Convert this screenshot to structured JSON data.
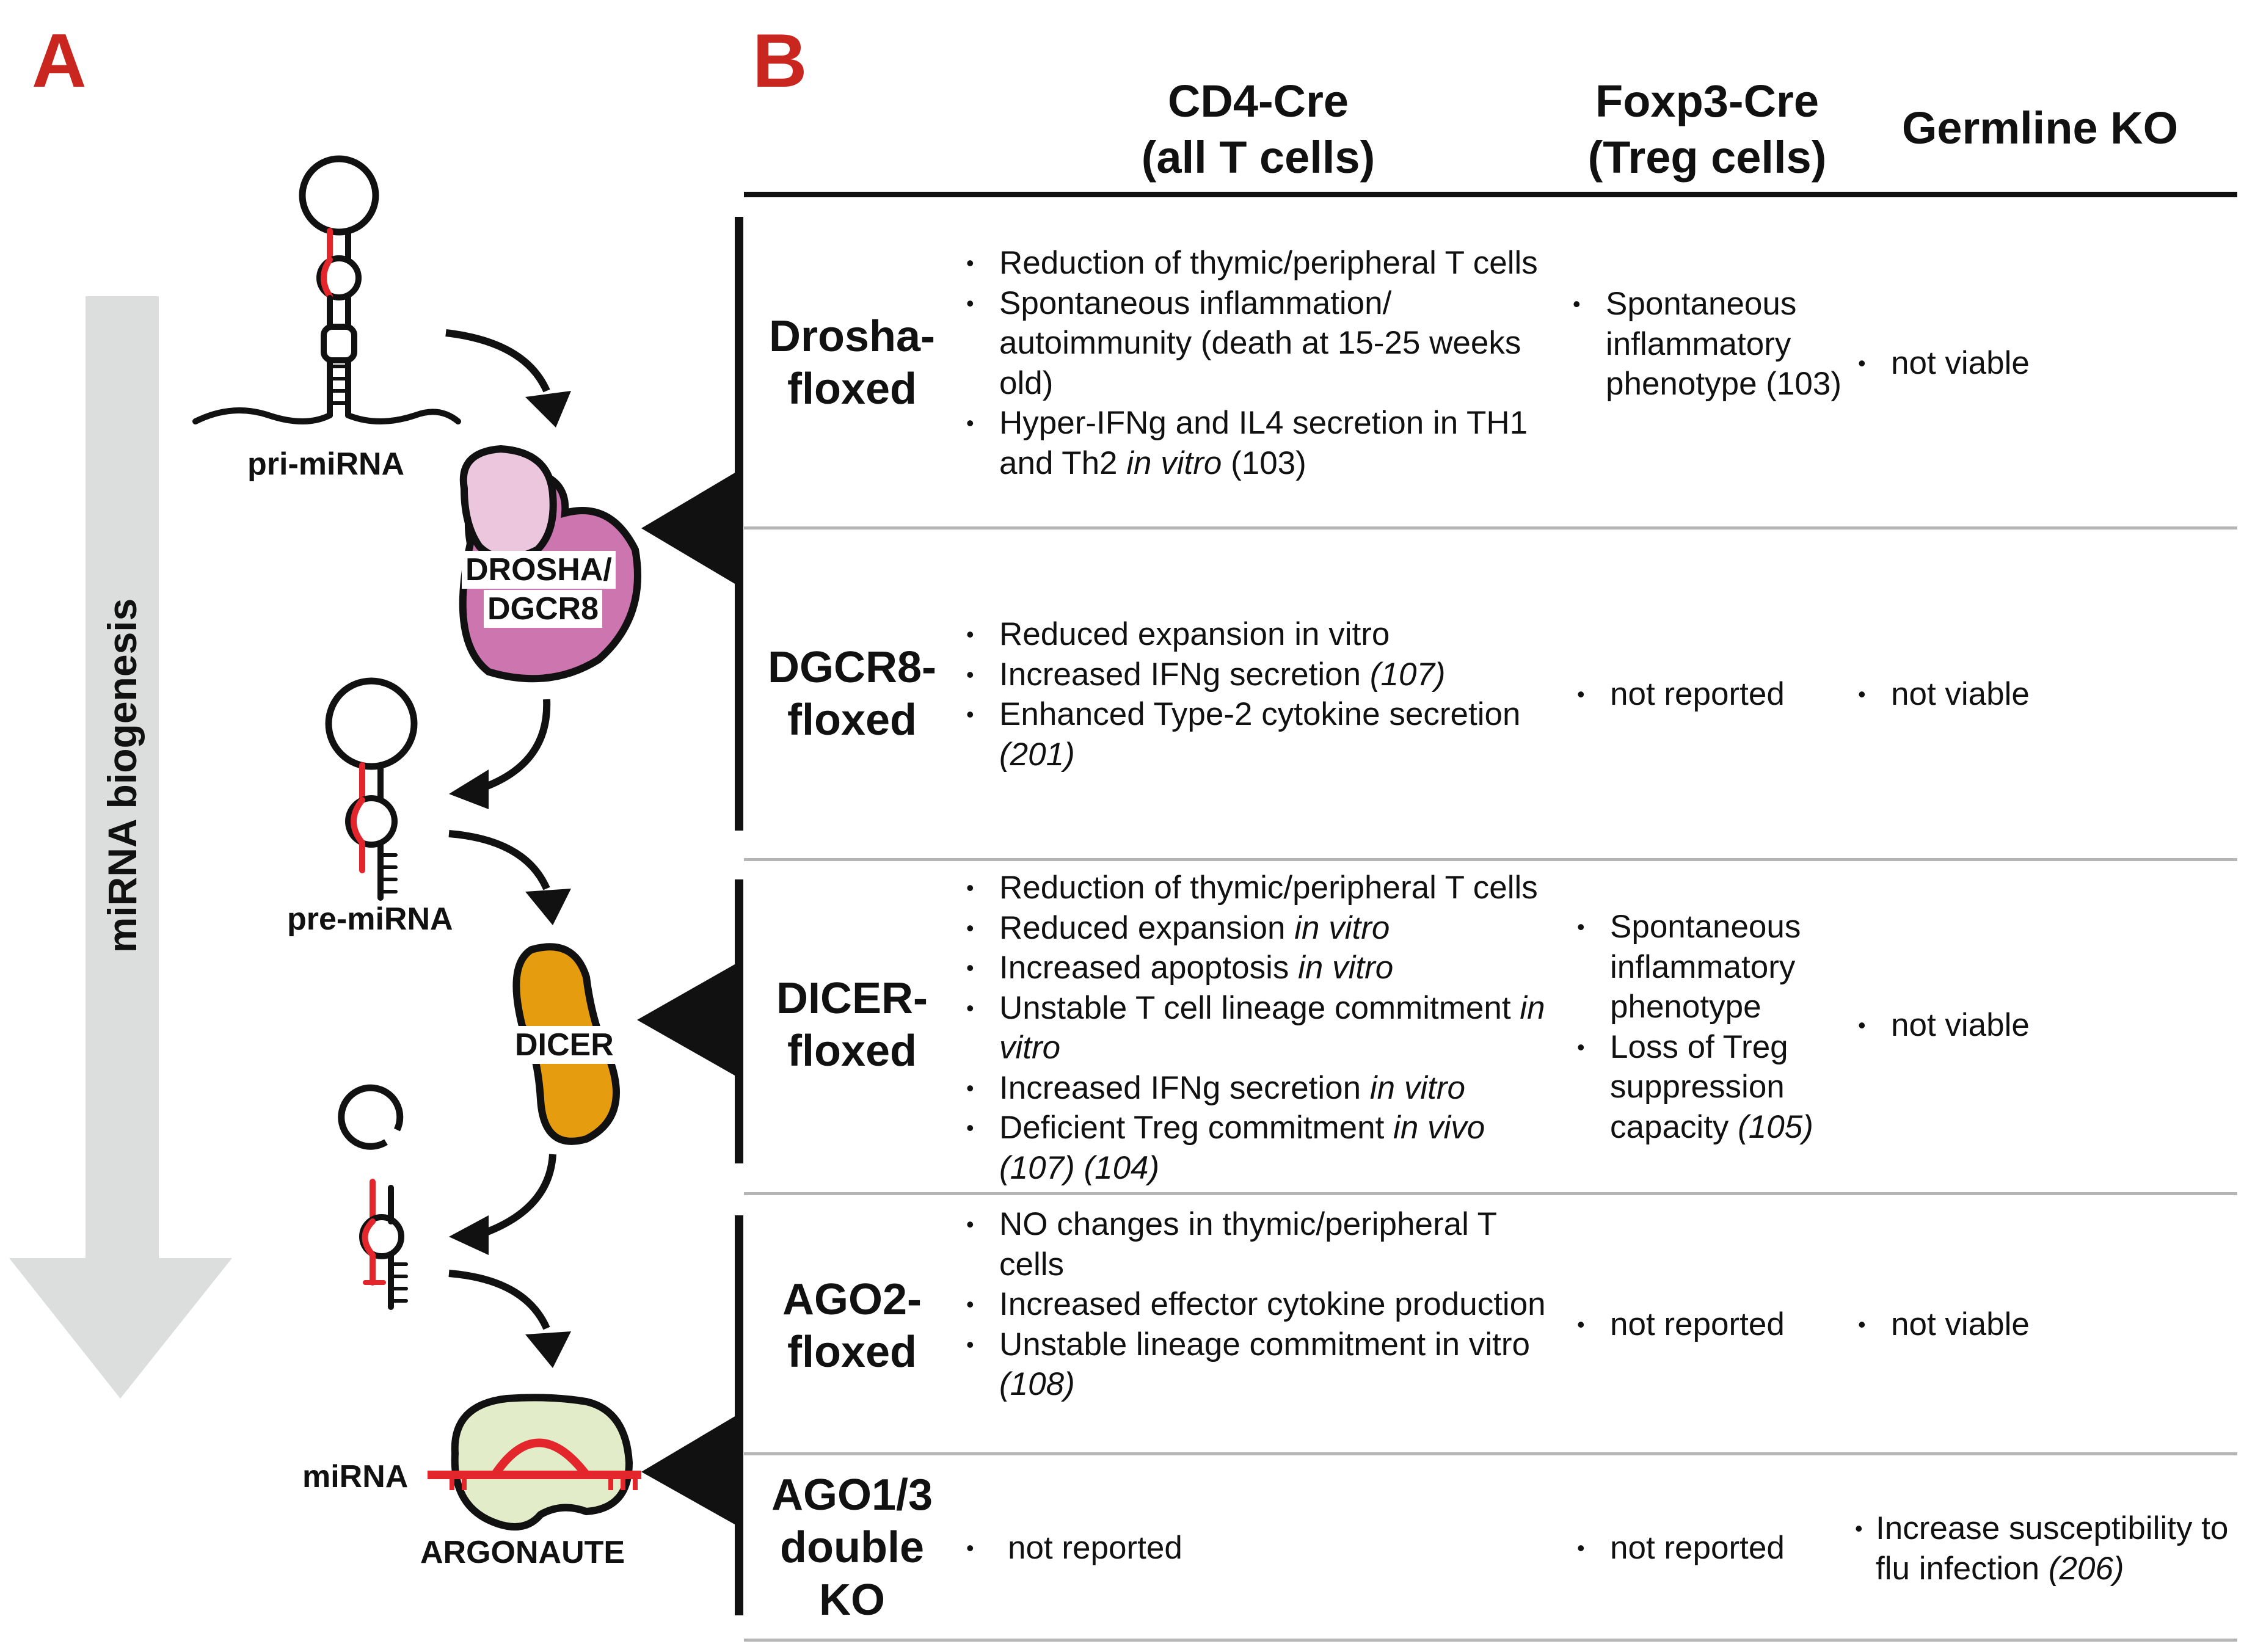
{
  "panel_a": {
    "letter": "A",
    "axis_label": "miRNA biogenesis",
    "labels": {
      "pri": "pri-miRNA",
      "pre": "pre-miRNA",
      "mirna": "miRNA",
      "drosha_line1": "DROSHA/",
      "drosha_line2": "DGCR8",
      "dicer": "DICER",
      "argonaute": "ARGONAUTE"
    },
    "colors": {
      "arrow_gray": "#dcdddd",
      "red": "#e3262b",
      "drosha_light": "#ecc6dd",
      "drosha_dark": "#cc75af",
      "dicer": "#e59c0e",
      "argonaute": "#e2ecc9"
    }
  },
  "panel_b": {
    "letter": "B",
    "columns": {
      "cd4": [
        "CD4-Cre",
        "(all T cells)"
      ],
      "foxp3": [
        "Foxp3-Cre",
        "(Treg cells)"
      ],
      "germ": "Germline KO"
    },
    "rows": [
      {
        "label": [
          "Drosha-",
          "floxed"
        ],
        "cd4": [
          [
            "Reduction of thymic/peripheral T cells"
          ],
          [
            "Spontaneous inflammation/ autoimmunity (death at 15-25 weeks old)"
          ],
          [
            "Hyper-IFNg and IL4 secretion in TH1 and Th2 ",
            "in vitro",
            " (103)"
          ]
        ],
        "foxp3": [
          [
            "Spontaneous inflammatory phenotype (103)"
          ]
        ],
        "germ": [
          [
            "not viable"
          ]
        ]
      },
      {
        "label": [
          "DGCR8-",
          "floxed"
        ],
        "cd4": [
          [
            "Reduced expansion in vitro"
          ],
          [
            "Increased IFNg secretion ",
            "(107)"
          ],
          [
            "Enhanced Type-2 cytokine secretion ",
            "(201)"
          ]
        ],
        "foxp3": [
          [
            "not reported"
          ]
        ],
        "germ": [
          [
            "not viable"
          ]
        ]
      },
      {
        "label": [
          "DICER-",
          "floxed"
        ],
        "cd4": [
          [
            "Reduction of thymic/peripheral T cells"
          ],
          [
            "Reduced expansion ",
            "in vitro"
          ],
          [
            "Increased apoptosis ",
            "in vitro"
          ],
          [
            "Unstable T cell lineage commitment ",
            "in vitro"
          ],
          [
            "Increased IFNg secretion ",
            "in vitro"
          ],
          [
            "Deficient Treg commitment ",
            "in vivo (107) (104)"
          ]
        ],
        "foxp3": [
          [
            "Spontaneous inflammatory phenotype"
          ],
          [
            "Loss of Treg suppression capacity ",
            "(105)"
          ]
        ],
        "germ": [
          [
            "not viable"
          ]
        ]
      },
      {
        "label": [
          "AGO2-",
          "floxed"
        ],
        "cd4": [
          [
            "NO changes in thymic/peripheral T cells"
          ],
          [
            "Increased effector cytokine production"
          ],
          [
            "Unstable lineage commitment in vitro ",
            "(108)"
          ]
        ],
        "foxp3": [
          [
            "not reported"
          ]
        ],
        "germ": [
          [
            "not viable"
          ]
        ]
      },
      {
        "label": [
          "AGO1/3",
          "double",
          "KO"
        ],
        "cd4": [
          [
            "not reported"
          ]
        ],
        "foxp3": [
          [
            "not reported"
          ]
        ],
        "germ": [
          [
            "Increase susceptibility to flu infection ",
            "(206)"
          ]
        ]
      }
    ]
  }
}
